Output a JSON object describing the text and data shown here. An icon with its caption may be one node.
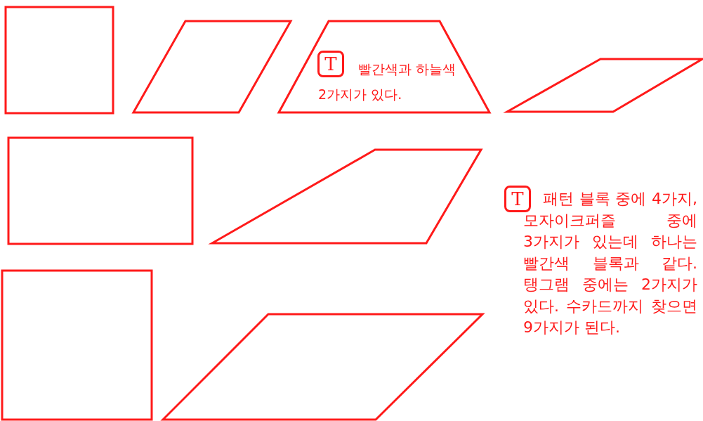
{
  "diagram": {
    "nodes": [
      {
        "text": [],
        "shape": "square"
      },
      {
        "text": [],
        "shape": "parallelogram"
      },
      {
        "text": [
          "T",
          "빨간색과 하늘색 2가지가 있다."
        ]
      },
      {
        "text": [],
        "shape": "rhombus"
      },
      {
        "text": [],
        "shape": "rectangle"
      },
      {
        "text": [],
        "shape": "trapezoid"
      },
      {
        "text": [],
        "shape": "square"
      },
      {
        "text": [],
        "shape": "parallelogram"
      }
    ],
    "labels": [
      "T",
      "패턴 블록 중에 4가지, 모자이크퍼즐 중에 3가지가 있는데 하나는 빨간색 블록과 같다. 탱그램 중에는 2가지가 있다. 수카드까지 찾으면 9가지가 된다."
    ]
  }
}
